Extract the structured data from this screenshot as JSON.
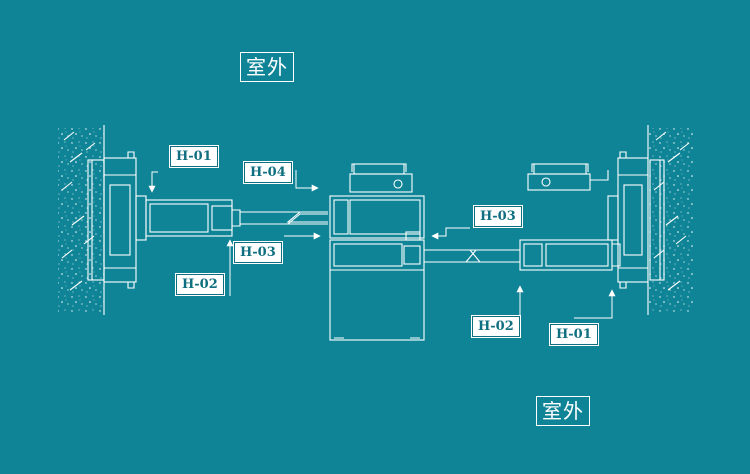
{
  "title_top": "室外",
  "title_bottom": "室外",
  "callouts": {
    "left_h01": "H-01",
    "left_h02": "H-02",
    "left_h03": "H-03",
    "left_h04": "H-04",
    "right_h03": "H-03",
    "right_h02": "H-02",
    "right_h01": "H-01"
  },
  "colors": {
    "background": "#0f8497",
    "line": "#ffffff",
    "label_text": "#0f6f80"
  }
}
